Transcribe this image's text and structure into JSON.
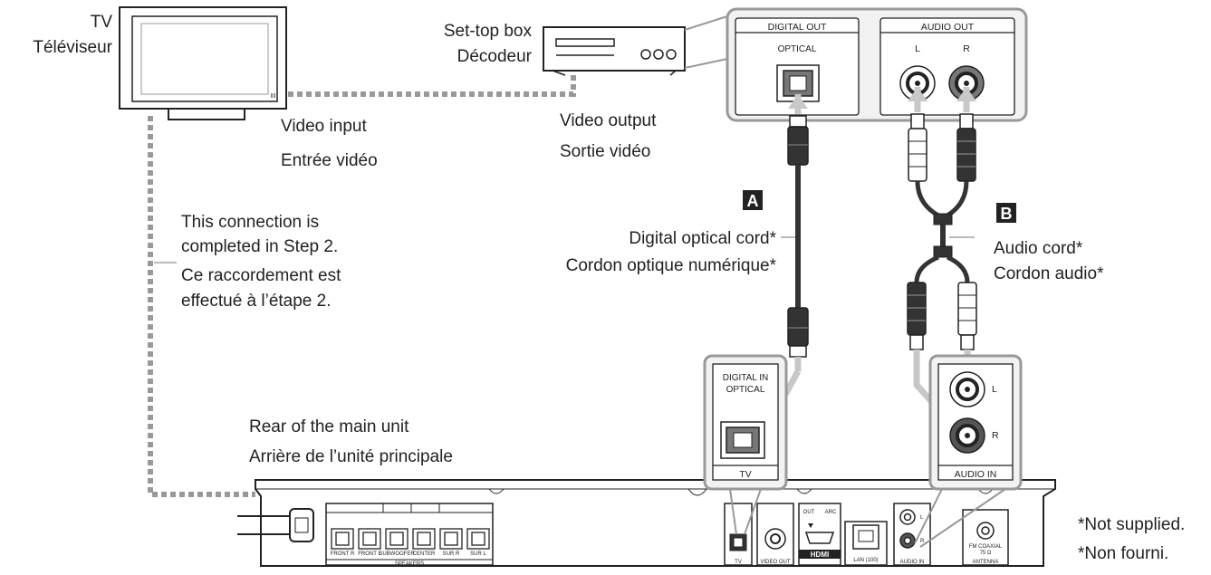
{
  "tv": {
    "label_en": "TV",
    "label_fr": "Téléviseur"
  },
  "stb": {
    "label_en": "Set-top box",
    "label_fr": "Décodeur"
  },
  "video_input": {
    "en": "Video input",
    "fr": "Entrée vidéo"
  },
  "video_output": {
    "en": "Video output",
    "fr": "Sortie vidéo"
  },
  "note_step2": {
    "line1": "This connection is",
    "line2": "completed in Step 2.",
    "line3": "Ce raccordement est",
    "line4": "effectué à l’étape 2."
  },
  "cable_a": {
    "badge": "A",
    "en": "Digital optical cord*",
    "fr": "Cordon optique numérique*"
  },
  "cable_b": {
    "badge": "B",
    "en": "Audio cord*",
    "fr": "Cordon audio*"
  },
  "stb_panel": {
    "digital_out": "DIGITAL OUT",
    "optical": "OPTICAL",
    "audio_out": "AUDIO OUT",
    "l": "L",
    "r": "R"
  },
  "unit_inset_optical": {
    "line1": "DIGITAL IN",
    "line2": "OPTICAL",
    "footer": "TV"
  },
  "unit_inset_audio": {
    "l": "L",
    "r": "R",
    "footer": "AUDIO IN"
  },
  "rear": {
    "en": "Rear of the main unit",
    "fr": "Arrière de l’unité principale"
  },
  "unit_panel": {
    "speakers": "SPEAKERS",
    "front_r": "FRONT R",
    "front_l": "FRONT L",
    "subwoofer": "SUBWOOFER",
    "center": "CENTER",
    "sur_r": "SUR R",
    "sur_l": "SUR L",
    "tv": "TV",
    "video_out": "VIDEO OUT",
    "out": "OUT",
    "arc": "ARC",
    "hdmi": "HDMI",
    "lan": "LAN (100)",
    "audio_in": "AUDIO IN",
    "l": "L",
    "r": "R",
    "fm": "FM COAXIAL",
    "ohm": "75 Ω",
    "antenna": "ANTENNA"
  },
  "footnote": {
    "en": "*Not supplied.",
    "fr": "*Non fourni."
  },
  "colors": {
    "cable_gray": "#c8c8c8",
    "dotted": "#999999",
    "outline": "#222222",
    "panel_bg": "#f2f2f2"
  }
}
